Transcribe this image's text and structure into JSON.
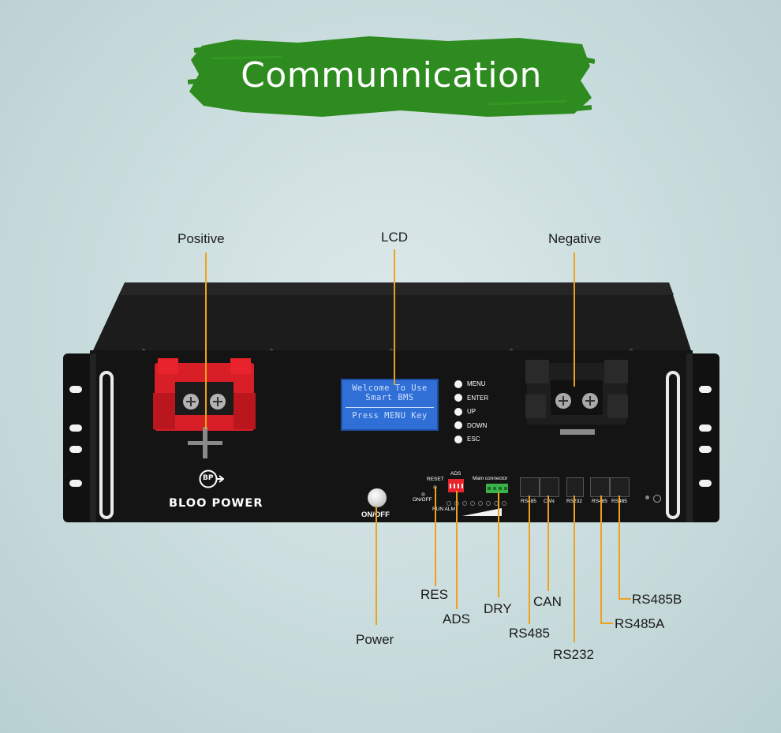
{
  "title": "Communnication",
  "colors": {
    "banner_green": "#2e8b1f",
    "callout_orange": "#f0a11c",
    "positive_terminal": "#e8232b",
    "lcd_blue": "#2f6fd6",
    "panel_black": "#141414"
  },
  "callouts": {
    "positive": "Positive",
    "lcd": "LCD",
    "negative": "Negative",
    "res": "RES",
    "ads": "ADS",
    "dry": "DRY",
    "can": "CAN",
    "rs485": "RS485",
    "rs232": "RS232",
    "rs485a": "RS485A",
    "rs485b": "RS485B",
    "power": "Power"
  },
  "lcd": {
    "line1": "Welcome To Use",
    "line2": "Smart BMS",
    "line3": "Press MENU Key"
  },
  "buttons": [
    "MENU",
    "ENTER",
    "UP",
    "DOWN",
    "ESC"
  ],
  "brand": {
    "logo_text": "BP",
    "name": "BLOO POWER"
  },
  "panel_labels": {
    "on_off_button": "ON/OFF",
    "reset": "RESET",
    "ads": "ADS",
    "on_off_small": "ON/OFF",
    "run_alm": "RUN ALM",
    "main_connector": "Main connector",
    "port_rs485": "RS485",
    "port_can": "CAN",
    "port_rs232": "RS232",
    "port_rs485a": "RS485",
    "port_rs485b": "RS485"
  }
}
